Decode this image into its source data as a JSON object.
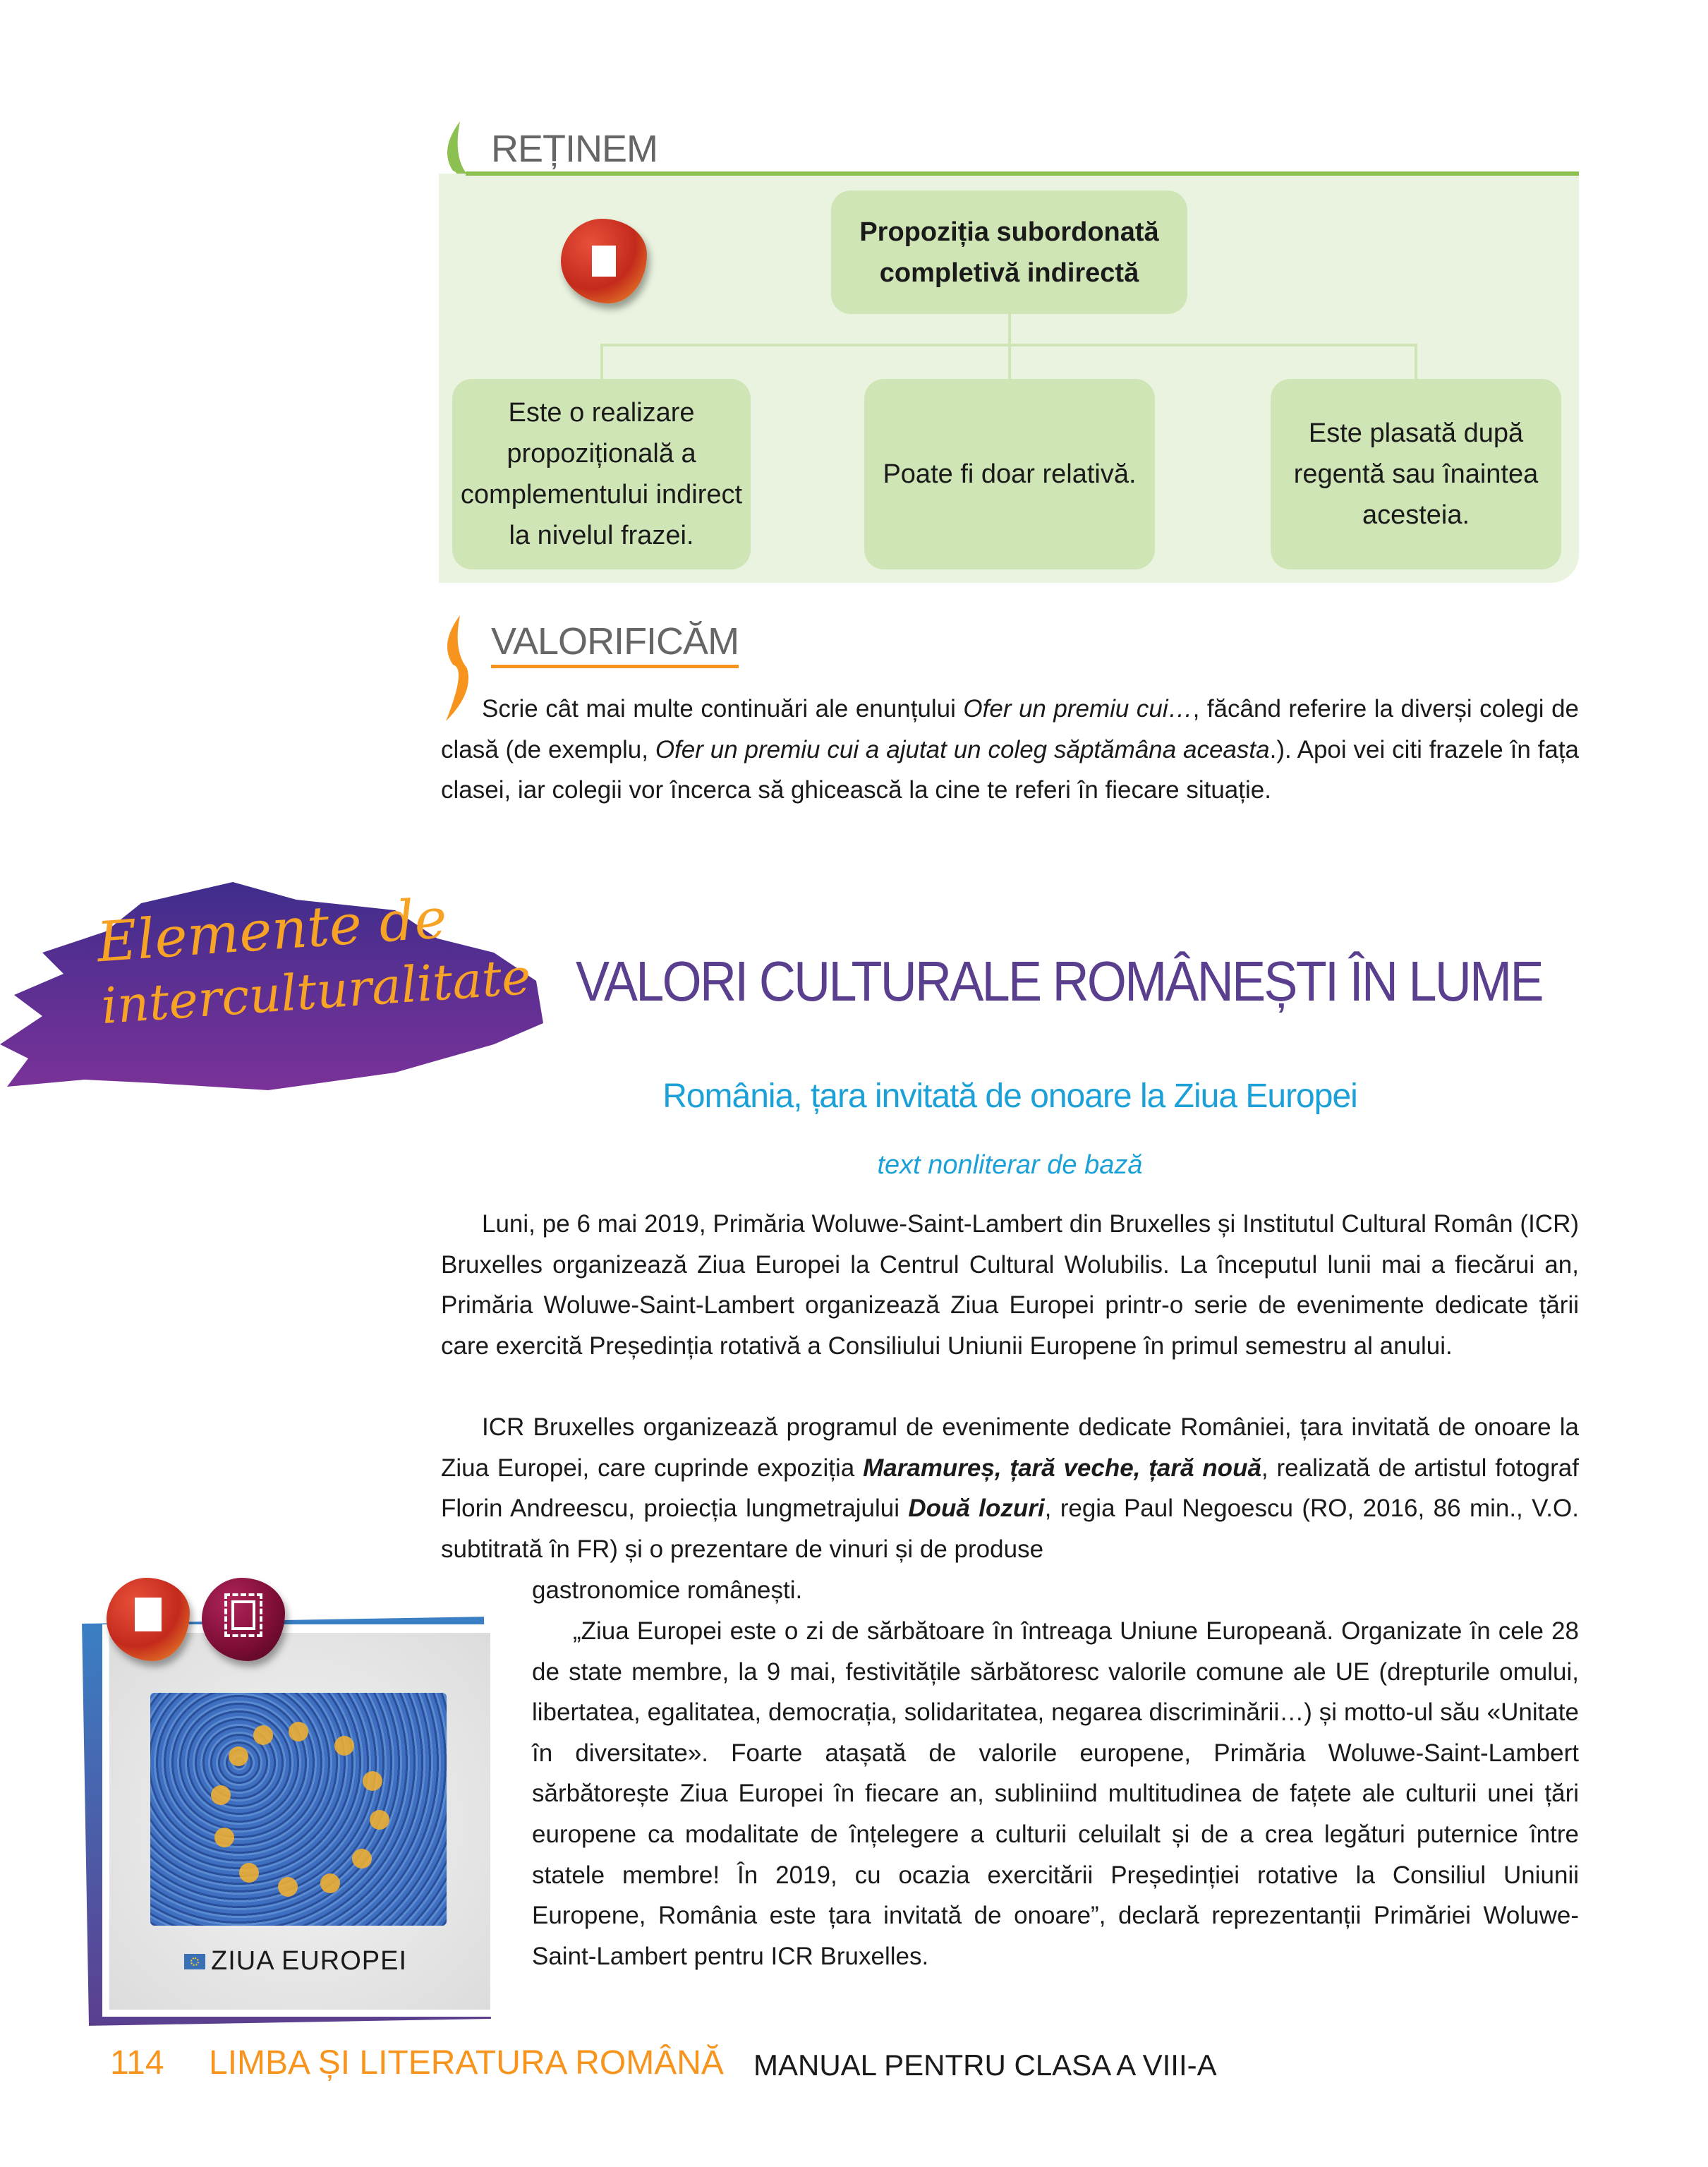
{
  "retinem": {
    "title": "REȚINEM",
    "root": "Propoziția subordonată completivă indirectă",
    "root_line1": "Propoziția subordonată",
    "root_line2": "completivă indirectă",
    "children": [
      "Este o realizare propozițională a complementului indirect la nivelul frazei.",
      "Poate fi doar relativă.",
      "Este plasată după regentă sau înaintea acesteia."
    ]
  },
  "valorificam": {
    "title": "VALORIFICĂM",
    "text": {
      "a": "Scrie cât mai multe continuări ale enunțului ",
      "b": "Ofer un premiu cui…",
      "c": ", făcând referire la diverși colegi de clasă (de exemplu, ",
      "d": "Ofer un premiu cui a ajutat un coleg săptămâna aceasta",
      "e": ".). Apoi vei citi frazele în fața clasei, iar colegii vor încerca să ghicească la cine te referi în fiecare situație."
    }
  },
  "banner": {
    "line1": "Elemente de",
    "line2": "interculturalitate"
  },
  "article": {
    "title": "VALORI CULTURALE ROMÂNEȘTI ÎN LUME",
    "subtitle": "România, țara invitată de onoare la Ziua Europei",
    "label": "text nonliterar de bază",
    "p1": "Luni, pe 6 mai 2019, Primăria Woluwe-Saint-Lambert din Bruxelles și Institutul Cultural Român (ICR) Bruxelles organizează Ziua Europei la Centrul Cultural Wolubilis. La începutul lunii mai a fiecărui an, Primăria Woluwe-Saint-Lambert organizează Ziua Europei printr-o serie de evenimente dedicate țării care exercită Președinția rotativă a Consiliului Uniunii Europene în primul semestru al anului.",
    "p2": {
      "a": "ICR Bruxelles organizează programul de evenimente dedicate României, țara invitată de onoare la Ziua Europei, care cuprinde expoziția ",
      "b": "Maramureș, țară veche, țară nouă",
      "c": ", realizată de artistul fotograf Florin Andreescu, proiecția lungmetrajului ",
      "d": "Două lozuri",
      "e": ", regia Paul Negoescu (RO, 2016, 86 min., V.O. subtitrată în FR) și o prezentare de vinuri și de produse",
      "f": "gastronomice românești."
    },
    "p3": "„Ziua Europei este o zi de sărbătoare în întreaga Uniune Europeană. Organizate în cele 28 de state membre, la 9 mai, festivitățile sărbătoresc valorile comune ale UE (drepturile omului, libertatea, egalitatea, democrația, solidaritatea, negarea discriminării…) și motto-ul său «Unitate în diversitate». Foarte atașată de valorile europene, Primăria Woluwe-Saint-Lambert sărbătorește Ziua Europei în fiecare an, subliniind multitudinea de fațete ale culturii unei țări europene ca modalitate de înțelegere a culturii celuilalt și de a crea legături puternice între statele membre! În 2019, cu ocazia exercitării Președinției rotative la Consiliul Uniunii Europene, România este țara invitată de onoare”, declară reprezentanții Primăriei Woluwe-Saint-Lambert pentru ICR Bruxelles."
  },
  "image": {
    "caption": "ZIUA EUROPEI"
  },
  "footer": {
    "page": "114",
    "subject": "LIMBA ȘI LITERATURA ROMÂNĂ",
    "manual": "MANUAL PENTRU CLASA A VIII-A"
  },
  "colors": {
    "green": "#8cc152",
    "orange": "#f7941d",
    "purple": "#5b3f8f",
    "blue": "#1ba1d8"
  }
}
